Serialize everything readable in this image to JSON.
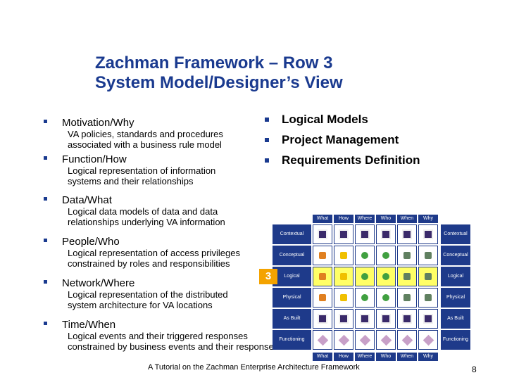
{
  "title": {
    "line1": "Zachman Framework – Row 3",
    "line2": "System Model/Designer’s View"
  },
  "left_items": [
    {
      "head": "Motivation/Why",
      "desc1": "VA policies, standards and procedures",
      "desc2": "associated with a business rule model"
    },
    {
      "head": "Function/How",
      "desc1": "Logical representation of information",
      "desc2": "systems and their relationships"
    },
    {
      "head": "Data/What",
      "desc1": "Logical data models of data and data",
      "desc2": "relationships underlying VA information"
    },
    {
      "head": "People/Who",
      "desc1": "Logical representation of access privileges",
      "desc2": "constrained by roles and responsibilities"
    },
    {
      "head": "Network/Where",
      "desc1": "Logical representation of the distributed",
      "desc2": "system architecture for VA locations"
    },
    {
      "head": "Time/When",
      "desc1": "Logical events and their triggered responses",
      "desc2": "constrained by business events and their responses"
    }
  ],
  "right_items": [
    "Logical Models",
    "Project Management",
    "Requirements Definition"
  ],
  "matrix": {
    "columns": [
      "What",
      "How",
      "Where",
      "Who",
      "When",
      "Why"
    ],
    "rows": [
      "Contextual",
      "Conceptual",
      "Logical",
      "Physical",
      "As Built",
      "Functioning"
    ],
    "highlight_row": "Logical",
    "badge": "3"
  },
  "footer": "A Tutorial on the Zachman Enterprise Architecture Framework",
  "page_number": "8",
  "colors": {
    "title": "#1a3a8f",
    "matrix_blue": "#1e3a8a",
    "highlight": "#ffff66",
    "badge": "#f4a300"
  }
}
